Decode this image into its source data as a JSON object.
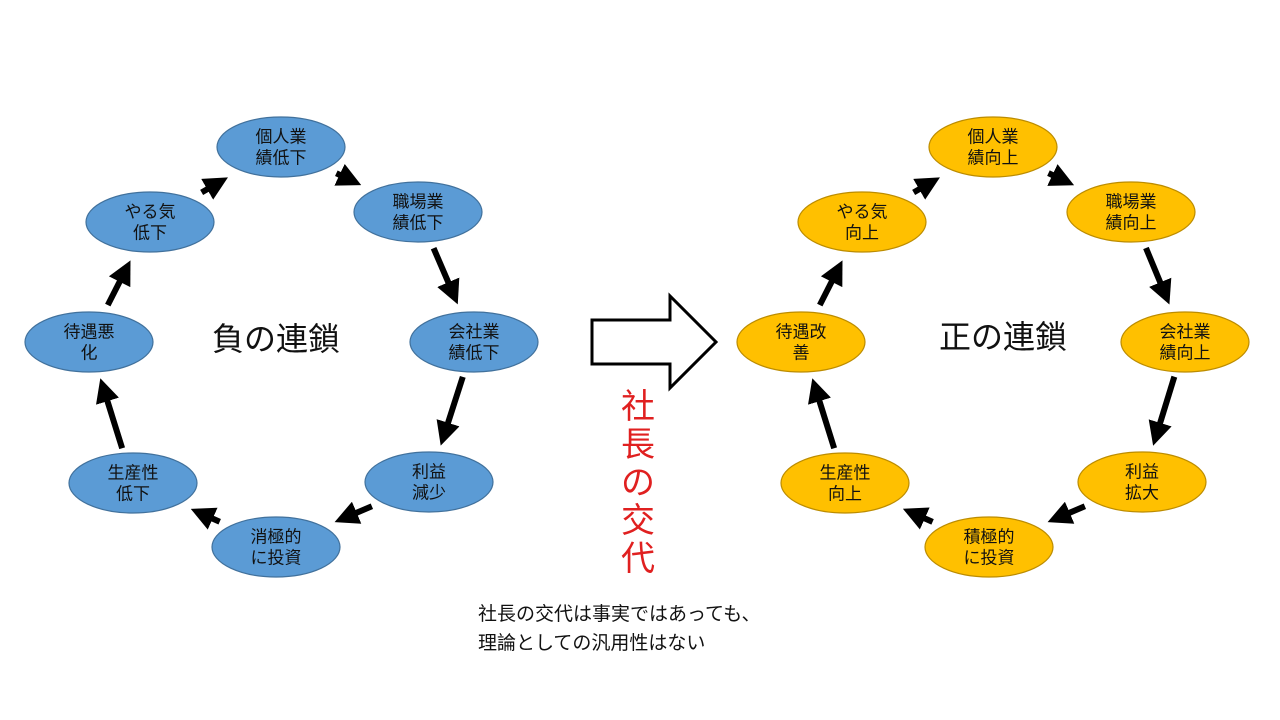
{
  "colors": {
    "negative_fill": "#5b9bd5",
    "negative_stroke": "#41719c",
    "positive_fill": "#ffc000",
    "positive_stroke": "#bc8c00",
    "arrow": "#000000",
    "accent_text": "#e02020"
  },
  "negative_cycle": {
    "title": "負の連鎖",
    "nodes": [
      {
        "lines": [
          "個人業",
          "績低下"
        ]
      },
      {
        "lines": [
          "職場業",
          "績低下"
        ]
      },
      {
        "lines": [
          "会社業",
          "績低下"
        ]
      },
      {
        "lines": [
          "利益",
          "減少"
        ]
      },
      {
        "lines": [
          "消極的",
          "に投資"
        ]
      },
      {
        "lines": [
          "生産性",
          "低下"
        ]
      },
      {
        "lines": [
          "待遇悪",
          "化"
        ]
      },
      {
        "lines": [
          "やる気",
          "低下"
        ]
      }
    ]
  },
  "positive_cycle": {
    "title": "正の連鎖",
    "nodes": [
      {
        "lines": [
          "個人業",
          "績向上"
        ]
      },
      {
        "lines": [
          "職場業",
          "績向上"
        ]
      },
      {
        "lines": [
          "会社業",
          "績向上"
        ]
      },
      {
        "lines": [
          "利益",
          "拡大"
        ]
      },
      {
        "lines": [
          "積極的",
          "に投資"
        ]
      },
      {
        "lines": [
          "生産性",
          "向上"
        ]
      },
      {
        "lines": [
          "待遇改",
          "善"
        ]
      },
      {
        "lines": [
          "やる気",
          "向上"
        ]
      }
    ]
  },
  "transition": {
    "label_chars": [
      "社",
      "長",
      "の",
      "交",
      "代"
    ]
  },
  "note": {
    "line1": "社長の交代は事実ではあっても、",
    "line2": "理論としての汎用性はない"
  }
}
